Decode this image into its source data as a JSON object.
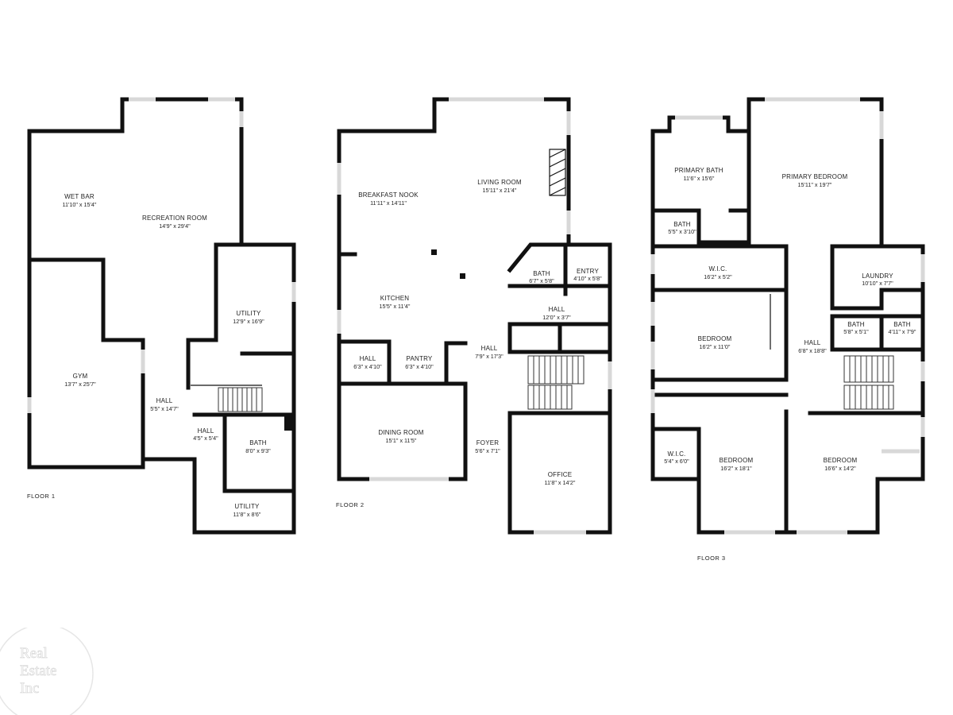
{
  "floors": [
    {
      "label": "FLOOR 1",
      "rooms": [
        {
          "id": "wet-bar",
          "name": "WET BAR",
          "dim": "11'10\" x 15'4\""
        },
        {
          "id": "recreation-room",
          "name": "RECREATION ROOM",
          "dim": "14'9\" x 29'4\""
        },
        {
          "id": "gym",
          "name": "GYM",
          "dim": "13'7\" x 25'7\""
        },
        {
          "id": "utility-1",
          "name": "UTILITY",
          "dim": "12'9\" x 16'9\""
        },
        {
          "id": "hall-1",
          "name": "HALL",
          "dim": "5'5\" x 14'7\""
        },
        {
          "id": "hall-2",
          "name": "HALL",
          "dim": "4'5\" x 5'4\""
        },
        {
          "id": "bath-1",
          "name": "BATH",
          "dim": "8'0\" x 9'3\""
        },
        {
          "id": "utility-2",
          "name": "UTILITY",
          "dim": "11'8\" x 8'6\""
        }
      ]
    },
    {
      "label": "FLOOR 2",
      "rooms": [
        {
          "id": "breakfast-nook",
          "name": "BREAKFAST NOOK",
          "dim": "11'11\" x 14'11\""
        },
        {
          "id": "living-room",
          "name": "LIVING ROOM",
          "dim": "15'11\" x 21'4\""
        },
        {
          "id": "kitchen",
          "name": "KITCHEN",
          "dim": "15'5\" x 11'4\""
        },
        {
          "id": "bath-2",
          "name": "BATH",
          "dim": "6'7\" x 5'8\""
        },
        {
          "id": "entry",
          "name": "ENTRY",
          "dim": "4'10\" x 5'8\""
        },
        {
          "id": "hall-3",
          "name": "HALL",
          "dim": "12'0\" x 3'7\""
        },
        {
          "id": "hall-4",
          "name": "HALL",
          "dim": "6'3\" x 4'10\""
        },
        {
          "id": "pantry",
          "name": "PANTRY",
          "dim": "6'3\" x 4'10\""
        },
        {
          "id": "hall-5",
          "name": "HALL",
          "dim": "7'9\" x 17'3\""
        },
        {
          "id": "dining-room",
          "name": "DINING ROOM",
          "dim": "15'1\" x 11'5\""
        },
        {
          "id": "foyer",
          "name": "FOYER",
          "dim": "5'6\" x 7'1\""
        },
        {
          "id": "office",
          "name": "OFFICE",
          "dim": "11'8\" x 14'2\""
        }
      ]
    },
    {
      "label": "FLOOR 3",
      "rooms": [
        {
          "id": "primary-bath",
          "name": "PRIMARY BATH",
          "dim": "11'6\" x 15'6\""
        },
        {
          "id": "primary-bedroom",
          "name": "PRIMARY BEDROOM",
          "dim": "15'11\" x 19'7\""
        },
        {
          "id": "bath-3",
          "name": "BATH",
          "dim": "5'5\" x 3'10\""
        },
        {
          "id": "wic-1",
          "name": "W.I.C.",
          "dim": "16'2\" x 5'2\""
        },
        {
          "id": "laundry",
          "name": "LAUNDRY",
          "dim": "10'10\" x 7'7\""
        },
        {
          "id": "bedroom-1",
          "name": "BEDROOM",
          "dim": "16'2\" x 11'0\""
        },
        {
          "id": "hall-6",
          "name": "HALL",
          "dim": "6'8\" x 18'8\""
        },
        {
          "id": "bath-4",
          "name": "BATH",
          "dim": "5'8\" x 5'1\""
        },
        {
          "id": "bath-5",
          "name": "BATH",
          "dim": "4'11\" x 7'9\""
        },
        {
          "id": "wic-2",
          "name": "W.I.C.",
          "dim": "5'4\" x 6'0\""
        },
        {
          "id": "bedroom-2",
          "name": "BEDROOM",
          "dim": "16'2\" x 18'1\""
        },
        {
          "id": "bedroom-3",
          "name": "BEDROOM",
          "dim": "16'6\" x 14'2\""
        }
      ]
    }
  ],
  "watermark": {
    "line1": "Real",
    "line2": "Estate",
    "line3": "Inc"
  }
}
